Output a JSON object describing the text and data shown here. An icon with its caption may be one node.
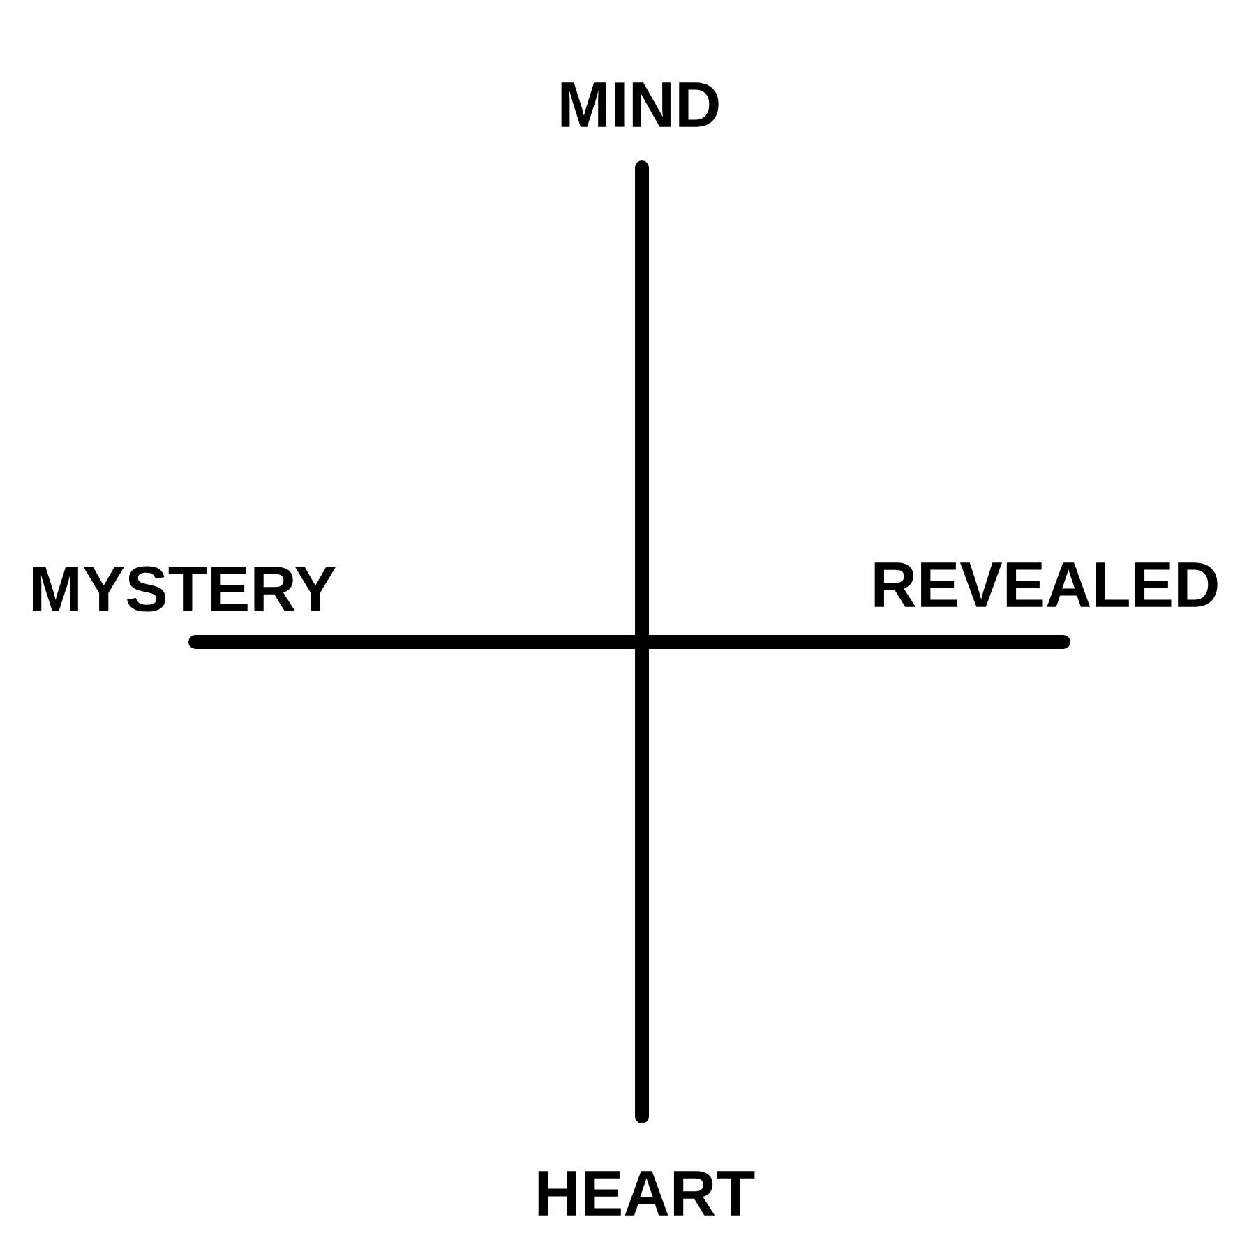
{
  "diagram": {
    "labels": [
      "MIND",
      "MYSTERY",
      "REVEALED",
      "HEART"
    ]
  }
}
